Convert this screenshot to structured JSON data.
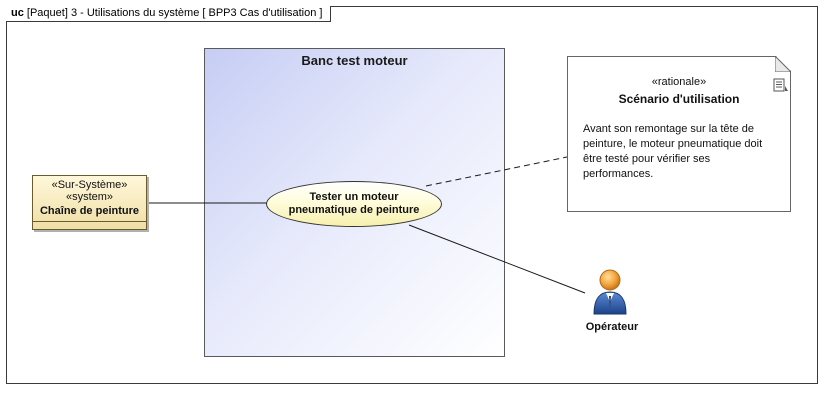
{
  "frame": {
    "kind": "uc",
    "label": "[Paquet] 3 - Utilisations du système [ BPP3 Cas d'utilisation ]"
  },
  "subject": {
    "title": "Banc test moteur"
  },
  "usecase": {
    "line1": "Tester un moteur",
    "line2": "pneumatique de peinture"
  },
  "system_block": {
    "stereotype1": "«Sur-Système»",
    "stereotype2": "«system»",
    "name": "Chaîne de peinture"
  },
  "note": {
    "stereotype": "«rationale»",
    "title": "Scénario d'utilisation",
    "body": "Avant son remontage sur la tête de peinture, le moteur pneumatique doit être testé pour vérifier ses performances."
  },
  "actor": {
    "name": "Opérateur"
  },
  "icons": {
    "note_icon": "document-icon",
    "actor_icon": "person-icon"
  },
  "colors": {
    "subject_fill": "#c6cdf4",
    "usecase_fill": "#f7f0ad",
    "block_fill": "#efdfa6",
    "actor_head": "#f3a43a",
    "actor_body": "#2f5fa8"
  }
}
